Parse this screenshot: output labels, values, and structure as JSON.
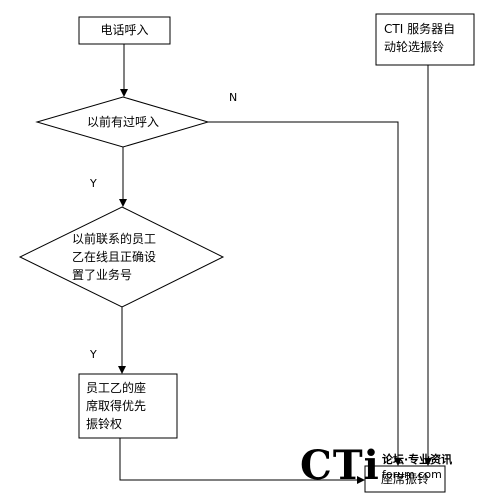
{
  "nodes": {
    "incoming_call": "电话呼入",
    "cti_server": "CTI 服务器自\n动轮选振铃",
    "called_before": "以前有过呼入",
    "employee_b_check": "以前联系的员工\n乙在线且正确设\n置了业务号",
    "priority_ring": "员工乙的座\n席取得优先\n振铃权",
    "seat_ring": "座席振铃"
  },
  "edges": {
    "yes_label_1": "Y",
    "no_label": "N",
    "yes_label_2": "Y"
  },
  "watermark": {
    "logo_text": "CTi",
    "slogan": "论坛·专业资讯",
    "site": "forum.com"
  }
}
